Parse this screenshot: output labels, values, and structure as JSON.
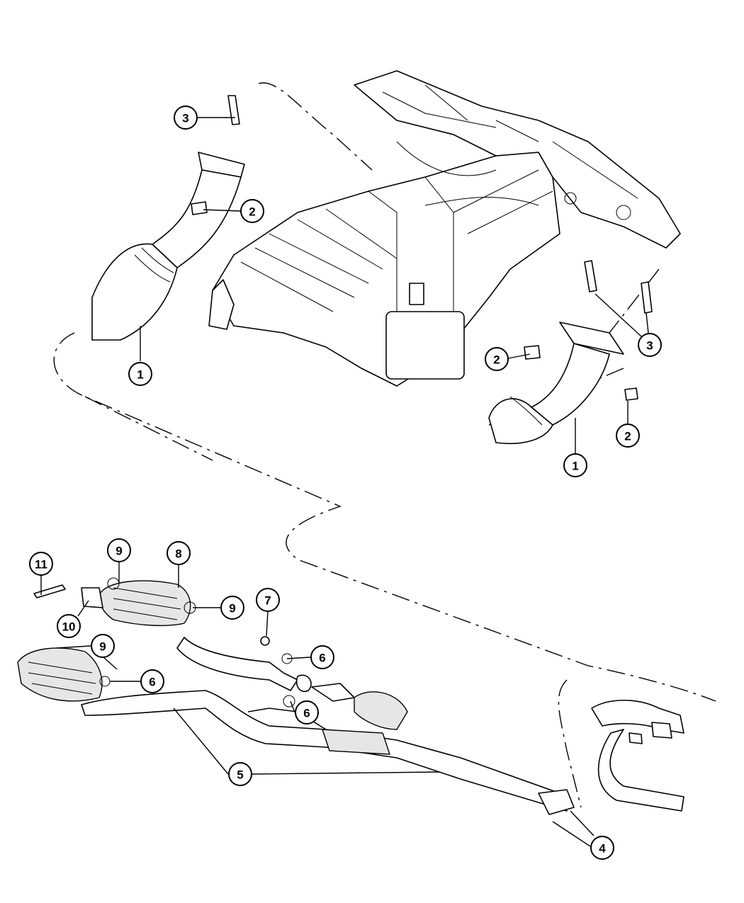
{
  "diagram": {
    "callouts": [
      {
        "id": "c1a",
        "label": "1"
      },
      {
        "id": "c1b",
        "label": "1"
      },
      {
        "id": "c2a",
        "label": "2"
      },
      {
        "id": "c2b",
        "label": "2"
      },
      {
        "id": "c2c",
        "label": "2"
      },
      {
        "id": "c3a",
        "label": "3"
      },
      {
        "id": "c3b",
        "label": "3"
      },
      {
        "id": "c4",
        "label": "4"
      },
      {
        "id": "c5",
        "label": "5"
      },
      {
        "id": "c6a",
        "label": "6"
      },
      {
        "id": "c6b",
        "label": "6"
      },
      {
        "id": "c6c",
        "label": "6"
      },
      {
        "id": "c7",
        "label": "7"
      },
      {
        "id": "c8",
        "label": "8"
      },
      {
        "id": "c9a",
        "label": "9"
      },
      {
        "id": "c9b",
        "label": "9"
      },
      {
        "id": "c9c",
        "label": "9"
      },
      {
        "id": "c10",
        "label": "10"
      },
      {
        "id": "c11",
        "label": "11"
      }
    ]
  }
}
